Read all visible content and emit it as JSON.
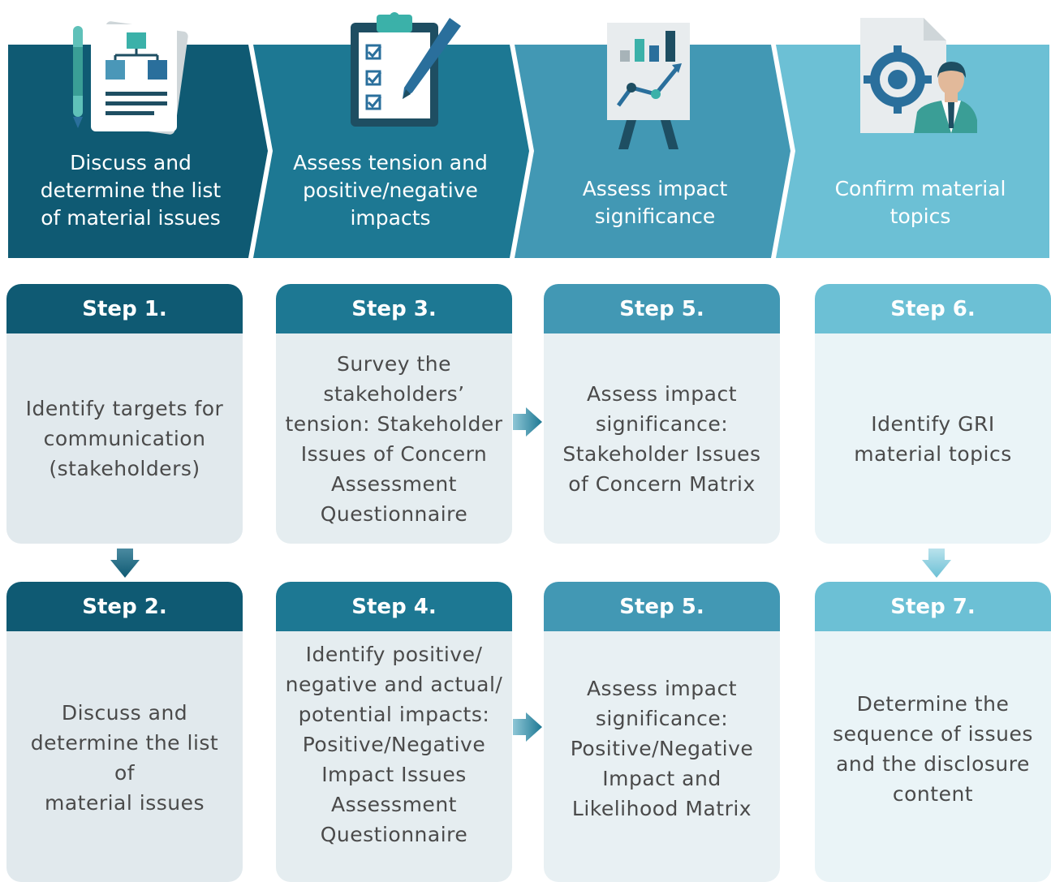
{
  "stages": [
    {
      "label_lines": [
        "Discuss and",
        "determine the list",
        "of material issues"
      ],
      "icon": "document-flowchart-icon",
      "color": "#0f5a73"
    },
    {
      "label_lines": [
        "Assess tension and",
        "positive/negative",
        "impacts"
      ],
      "icon": "clipboard-checklist-icon",
      "color": "#1d7893"
    },
    {
      "label_lines": [
        "Assess impact",
        "significance"
      ],
      "icon": "presentation-chart-icon",
      "color": "#4298b4"
    },
    {
      "label_lines": [
        "Confirm material",
        "topics"
      ],
      "icon": "target-businessman-icon",
      "color": "#6cc0d5"
    }
  ],
  "steps": {
    "step1": {
      "title": "Step 1.",
      "text_lines": [
        "Identify targets for",
        "communication",
        "(stakeholders)"
      ]
    },
    "step2": {
      "title": "Step 2.",
      "text_lines": [
        "Discuss and",
        "determine the list of",
        "material issues"
      ]
    },
    "step3": {
      "title": "Step 3.",
      "text_lines": [
        "Survey the",
        "stakeholders’",
        "tension: Stakeholder",
        "Issues of Concern",
        "Assessment",
        "Questionnaire"
      ]
    },
    "step4": {
      "title": "Step 4.",
      "text_lines": [
        "Identify positive/",
        "negative and actual/",
        "potential impacts:",
        "Positive/Negative",
        "Impact Issues",
        "Assessment",
        "Questionnaire"
      ]
    },
    "step5a": {
      "title": "Step 5.",
      "text_lines": [
        "Assess impact",
        "significance:",
        "Stakeholder Issues",
        "of Concern Matrix"
      ]
    },
    "step5b": {
      "title": "Step 5.",
      "text_lines": [
        "Assess impact",
        "significance:",
        "Positive/Negative",
        "Impact and",
        "Likelihood Matrix"
      ]
    },
    "step6": {
      "title": "Step 6.",
      "text_lines": [
        "Identify GRI",
        "material topics"
      ]
    },
    "step7": {
      "title": "Step 7.",
      "text_lines": [
        "Determine the",
        "sequence of issues",
        "and the disclosure",
        "content"
      ]
    }
  }
}
